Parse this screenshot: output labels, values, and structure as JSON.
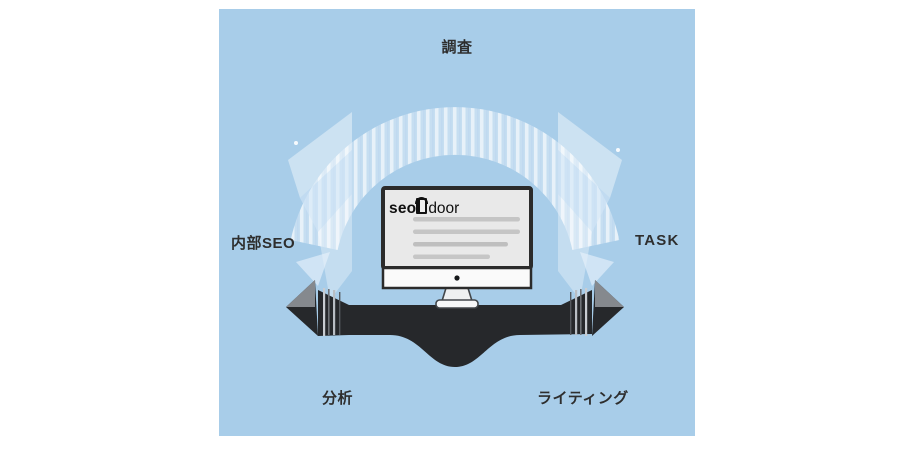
{
  "panel": {
    "background": "#a8cde9"
  },
  "cycle_labels": {
    "top": "調査",
    "right": "TASK",
    "bottom_right": "ライティング",
    "bottom_left": "分析",
    "left": "内部SEO"
  },
  "brand": {
    "bold": "seo",
    "rest": "door"
  },
  "colors": {
    "panel_blue": "#a8cde9",
    "arrow_black": "#26282b",
    "arrow_gray_facet": "#85898e",
    "arrow_light_white": "#ffffff",
    "arrow_light_blue": "#d6e8f8",
    "monitor_frame": "#2b2b2b",
    "screen_gray": "#e9e9e9",
    "screen_bar_gray": "#c5c5c5"
  }
}
